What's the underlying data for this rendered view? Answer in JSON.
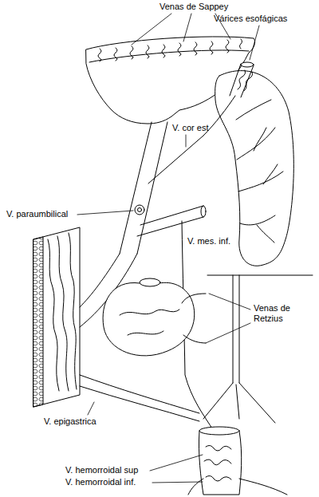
{
  "diagram": {
    "labels": [
      "Venas de Sappey",
      "Várices esofágicas",
      "V. cor est",
      "V. paraumbilical",
      "V. mes. inf.",
      "Venas de Retzius",
      "V. epigastrica",
      "V. hemorroidal sup",
      "V. hemorroidal inf."
    ]
  }
}
